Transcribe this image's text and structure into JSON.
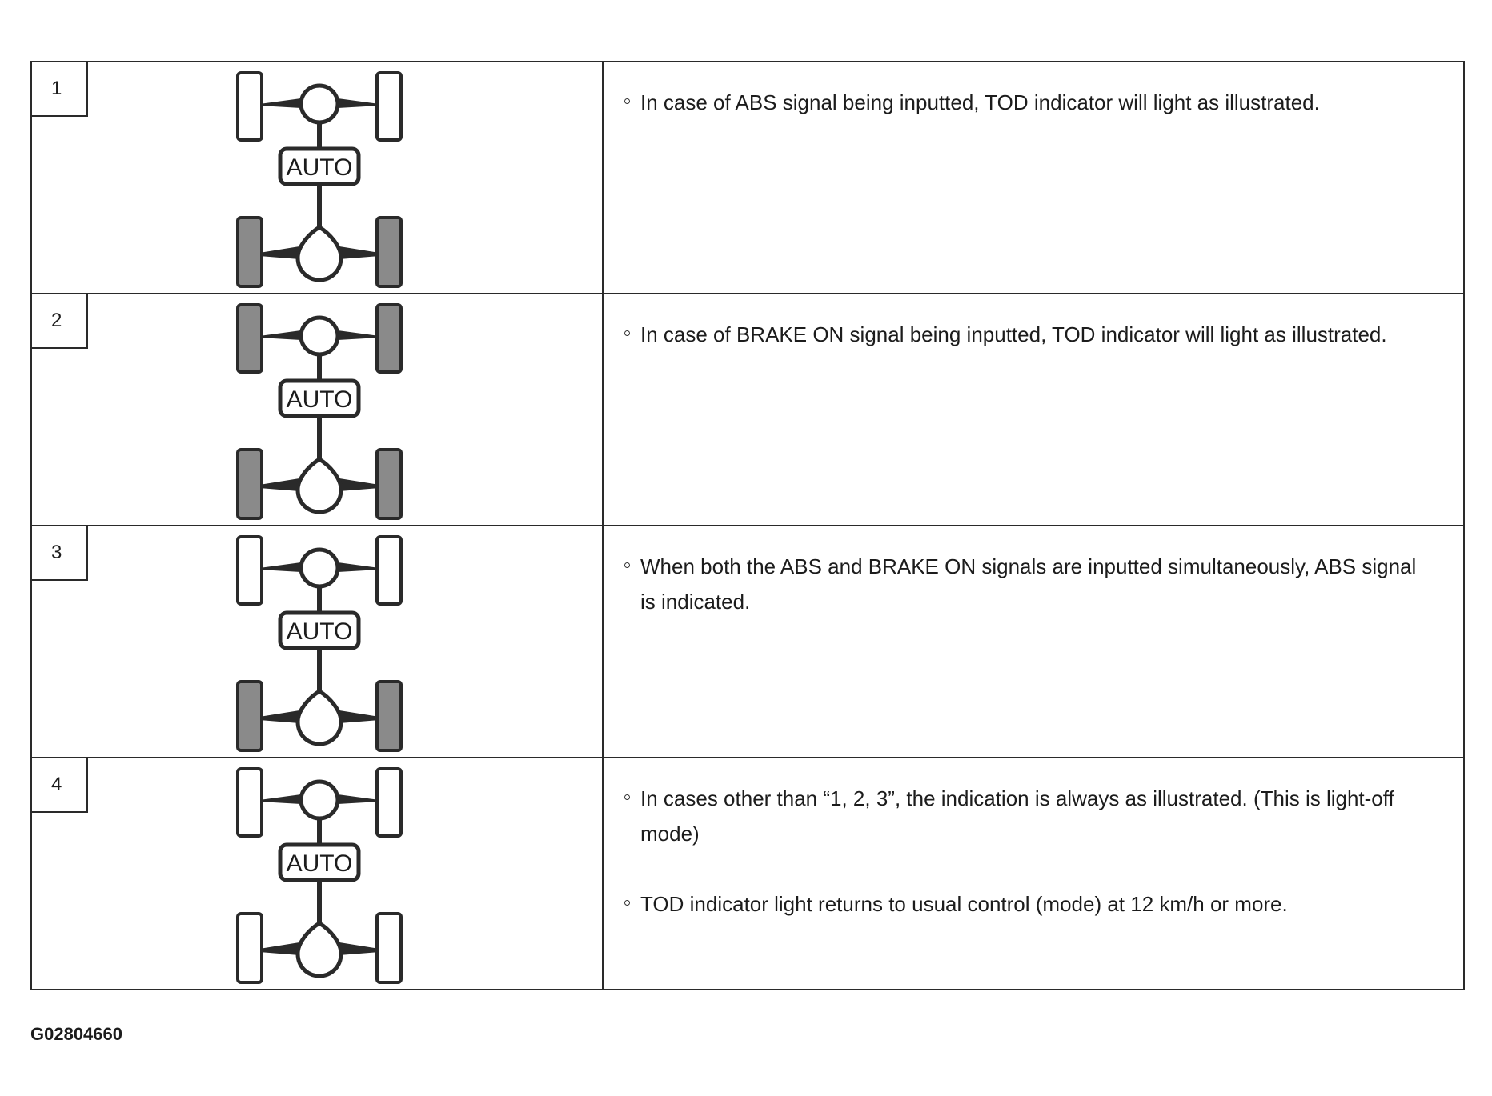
{
  "rows": [
    {
      "number": "1",
      "front_lit": false,
      "rear_lit": true,
      "badge": "AUTO",
      "bullets": [
        "In case of ABS signal being inputted, TOD indicator will light as illustrated."
      ]
    },
    {
      "number": "2",
      "front_lit": true,
      "rear_lit": true,
      "badge": "AUTO",
      "bullets": [
        "In case of BRAKE ON signal being inputted, TOD indicator will light as illustrated."
      ]
    },
    {
      "number": "3",
      "front_lit": false,
      "rear_lit": true,
      "badge": "AUTO",
      "bullets": [
        "When both the ABS and BRAKE ON signals are inputted simultaneously, ABS signal is indicated."
      ]
    },
    {
      "number": "4",
      "front_lit": false,
      "rear_lit": false,
      "badge": "AUTO",
      "bullets": [
        "In cases other than “1, 2, 3”, the indication is always as illustrated. (This is light-off mode)",
        "TOD indicator light returns to usual control (mode) at 12 km/h or more."
      ]
    }
  ],
  "figure_code": "G02804660",
  "colors": {
    "lit_wheel": "#8a8a8a",
    "unlit_wheel": "#ffffff",
    "stroke": "#2a2a2a"
  }
}
